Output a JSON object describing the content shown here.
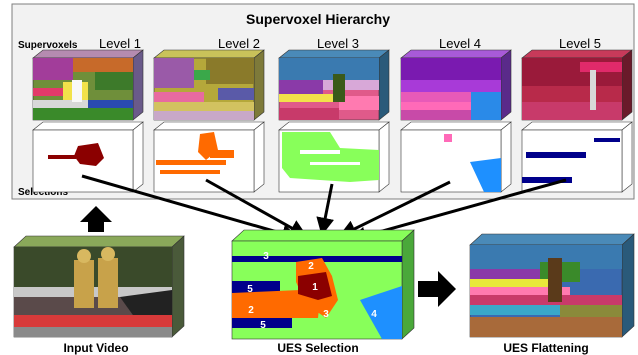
{
  "hierarchy": {
    "title": "Supervoxel Hierarchy",
    "row_label_top": "Supervoxels",
    "row_label_bottom": "Selections",
    "levels": [
      "Level 1",
      "Level 2",
      "Level 3",
      "Level 4",
      "Level 5"
    ],
    "selection_colors": [
      "#8b0000",
      "#ff6a00",
      "#88ff5a",
      "#1e90ff",
      "#00008b"
    ]
  },
  "bottom": {
    "input_label": "Input Video",
    "selection_label": "UES Selection",
    "flatten_label": "UES Flattening",
    "region_numbers": [
      "3",
      "2",
      "1",
      "5",
      "2",
      "5",
      "3",
      "4"
    ]
  },
  "colors": {
    "panel_bg": "#f2f2f2",
    "panel_border": "#7f7f7f",
    "arrow": "#000000"
  }
}
